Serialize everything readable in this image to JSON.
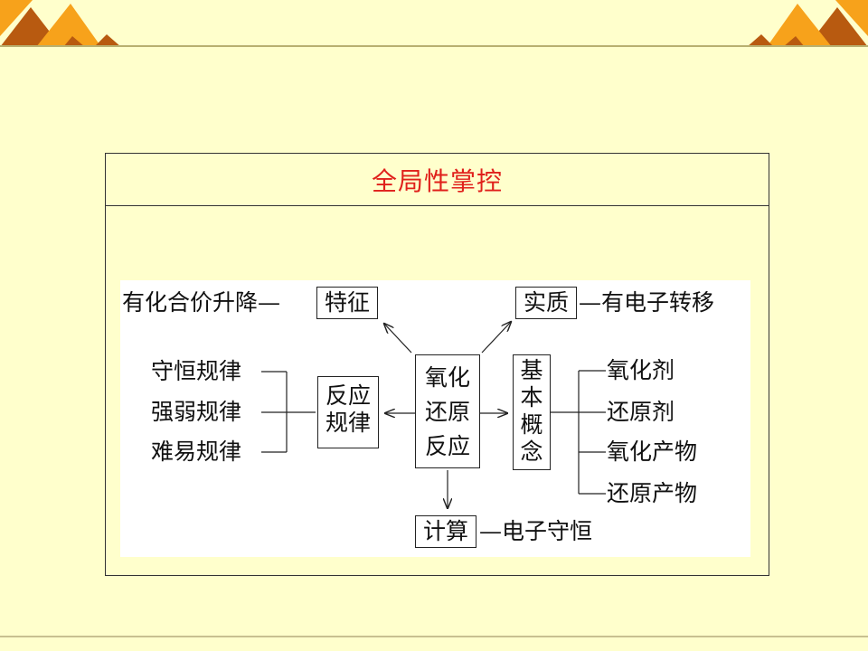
{
  "slide": {
    "title": "全局性掌控"
  },
  "diagram": {
    "center": [
      "氧化",
      "还原",
      "反应"
    ],
    "feature": {
      "box": "特征",
      "label": "有化合价升降—"
    },
    "essence": {
      "box": "实质",
      "label": "—有电子转移"
    },
    "rules": {
      "box": [
        "反应",
        "规律"
      ],
      "items": [
        "守恒规律",
        "强弱规律",
        "难易规律"
      ]
    },
    "concepts": {
      "box": [
        "基",
        "本",
        "概",
        "念"
      ],
      "items": [
        "氧化剂",
        "还原剂",
        "氧化产物",
        "还原产物"
      ]
    },
    "calc": {
      "box": "计算",
      "label": "—电子守恒"
    }
  },
  "colors": {
    "background": "#ffffcc",
    "title": "#e0201b",
    "corner_light": "#f7a21b",
    "corner_dark": "#b85a10"
  }
}
